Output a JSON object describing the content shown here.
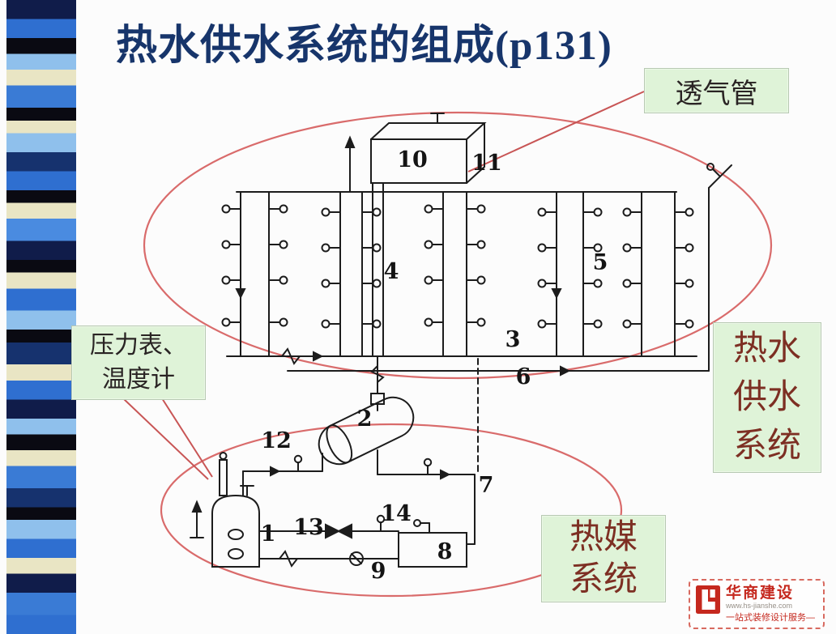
{
  "slide": {
    "title": "热水供水系统的组成(p131)"
  },
  "callouts": {
    "vent_pipe": {
      "label": "透气管"
    },
    "gauges": {
      "line1": "压力表、",
      "line2": "温度计"
    },
    "hot_water_system": {
      "line1": "热水",
      "line2": "供水",
      "line3": "系统"
    },
    "heat_medium_system": {
      "line1": "热媒",
      "line2": "系统"
    }
  },
  "diagram": {
    "numbers": {
      "n1": "1",
      "n2": "2",
      "n3": "3",
      "n4": "4",
      "n5": "5",
      "n6": "6",
      "n7": "7",
      "n8": "8",
      "n9": "9",
      "n10": "10",
      "n11": "11",
      "n12": "12",
      "n13": "13",
      "n14": "14"
    }
  },
  "footer": {
    "brand": "华商建设",
    "website": "www.hs-jianshe.com",
    "tagline": "一站式装修设计服务—"
  },
  "colors": {
    "title": "#17356b",
    "callout_bg": "#dff3d8",
    "callout_text_dark": "#2a2424",
    "callout_text_maroon": "#7d2f23",
    "red_circle": "#d96b6b",
    "diagram_ink": "#1c1c1c",
    "brand_red": "#c5281e"
  }
}
